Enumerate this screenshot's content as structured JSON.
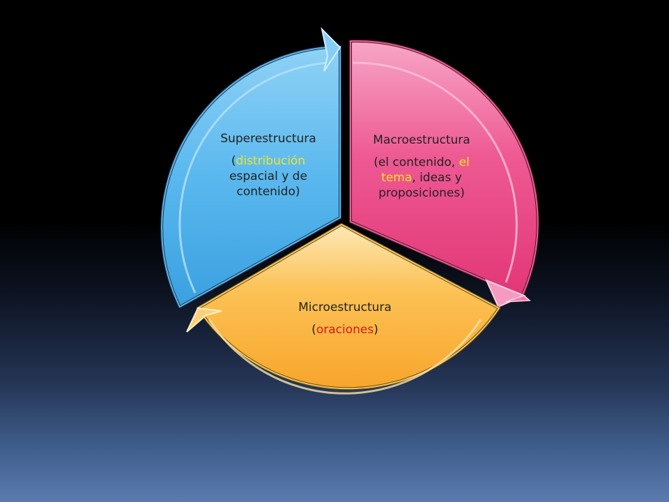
{
  "diagram": {
    "segments": [
      {
        "id": "macro",
        "title": "Macroestructura",
        "body": [
          {
            "text": "(el contenido",
            "style": "normal"
          },
          {
            "text": ", ",
            "style": "normal"
          },
          {
            "text": "el tema",
            "style": "yellow"
          },
          {
            "text": ", ideas y proposiciones)",
            "style": "normal"
          }
        ],
        "color": "#ee4c8a"
      },
      {
        "id": "micro",
        "title": "Microestructura",
        "body": [
          {
            "text": "(",
            "style": "normal"
          },
          {
            "text": "oraciones",
            "style": "red"
          },
          {
            "text": ")",
            "style": "normal"
          }
        ],
        "color": "#fbb13c"
      },
      {
        "id": "super",
        "title": "Superestructura",
        "body": [
          {
            "text": "(",
            "style": "normal"
          },
          {
            "text": "distribución",
            "style": "yellow"
          },
          {
            "text": " espacial y de contenido)",
            "style": "normal"
          }
        ],
        "color": "#47aee9"
      }
    ]
  }
}
